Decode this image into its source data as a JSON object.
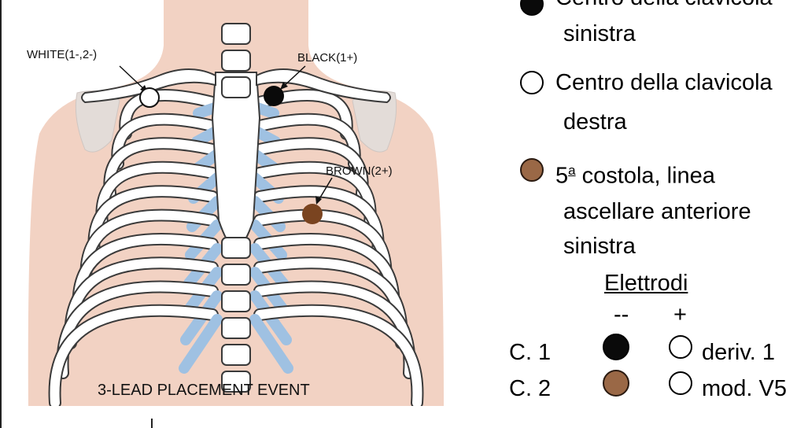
{
  "figure": {
    "label_white": "WHITE(1-,2-)",
    "label_black": "BLACK(1+)",
    "label_brown": "BROWN(2+)",
    "caption": "3-LEAD PLACEMENT EVENT"
  },
  "legend": {
    "item1_line1": "Centro della clavicola",
    "item1_line2": "sinistra",
    "item2_line1": "Centro della clavicola",
    "item2_line2": "destra",
    "item3_line1_a": "5",
    "item3_line1_sup": "a",
    "item3_line1_b": " costola, linea",
    "item3_line2": "ascellare anteriore",
    "item3_line3": "sinistra"
  },
  "table": {
    "header": "Elettrodi",
    "col_minus": "--",
    "col_plus": "+",
    "rows": [
      {
        "channel": "C. 1",
        "lead": "deriv. 1"
      },
      {
        "channel": "C. 2",
        "lead": "mod. V5"
      }
    ]
  },
  "colors": {
    "white_electrode": "#ffffff",
    "black_electrode": "#0a0a0a",
    "brown_electrode": "#7a4420",
    "brown_legend": "#9a6846",
    "skin": "#f2d2c3",
    "cartilage": "#9fc1e2"
  }
}
